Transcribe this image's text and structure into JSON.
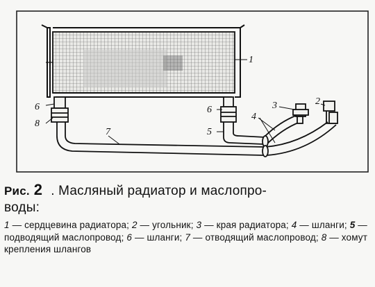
{
  "callouts": {
    "c1": "1",
    "c2": "2",
    "c3": "3",
    "c4": "4",
    "c5": "5",
    "c6_left": "6",
    "c6_right": "6",
    "c7": "7",
    "c8": "8"
  },
  "caption": {
    "fig_word": "Рис.",
    "fig_number": "2",
    "title_part1": ". Масляный радиатор и маслопро-",
    "title_part2": "воды:",
    "legend": [
      {
        "num": "1",
        "text": " — сердцевина радиатора; "
      },
      {
        "num": "2",
        "text": " — угольник; "
      },
      {
        "num": "3",
        "text": " — края радиатора; "
      },
      {
        "num": "4",
        "text": " — шланги; "
      },
      {
        "num": "5",
        "text": " — подводящий маслопровод; "
      },
      {
        "num": "6",
        "text": " — шланги; "
      },
      {
        "num": "7",
        "text": " — отводящий маслопровод; "
      },
      {
        "num": "8",
        "text": " — хомут крепления шлангов"
      }
    ]
  }
}
